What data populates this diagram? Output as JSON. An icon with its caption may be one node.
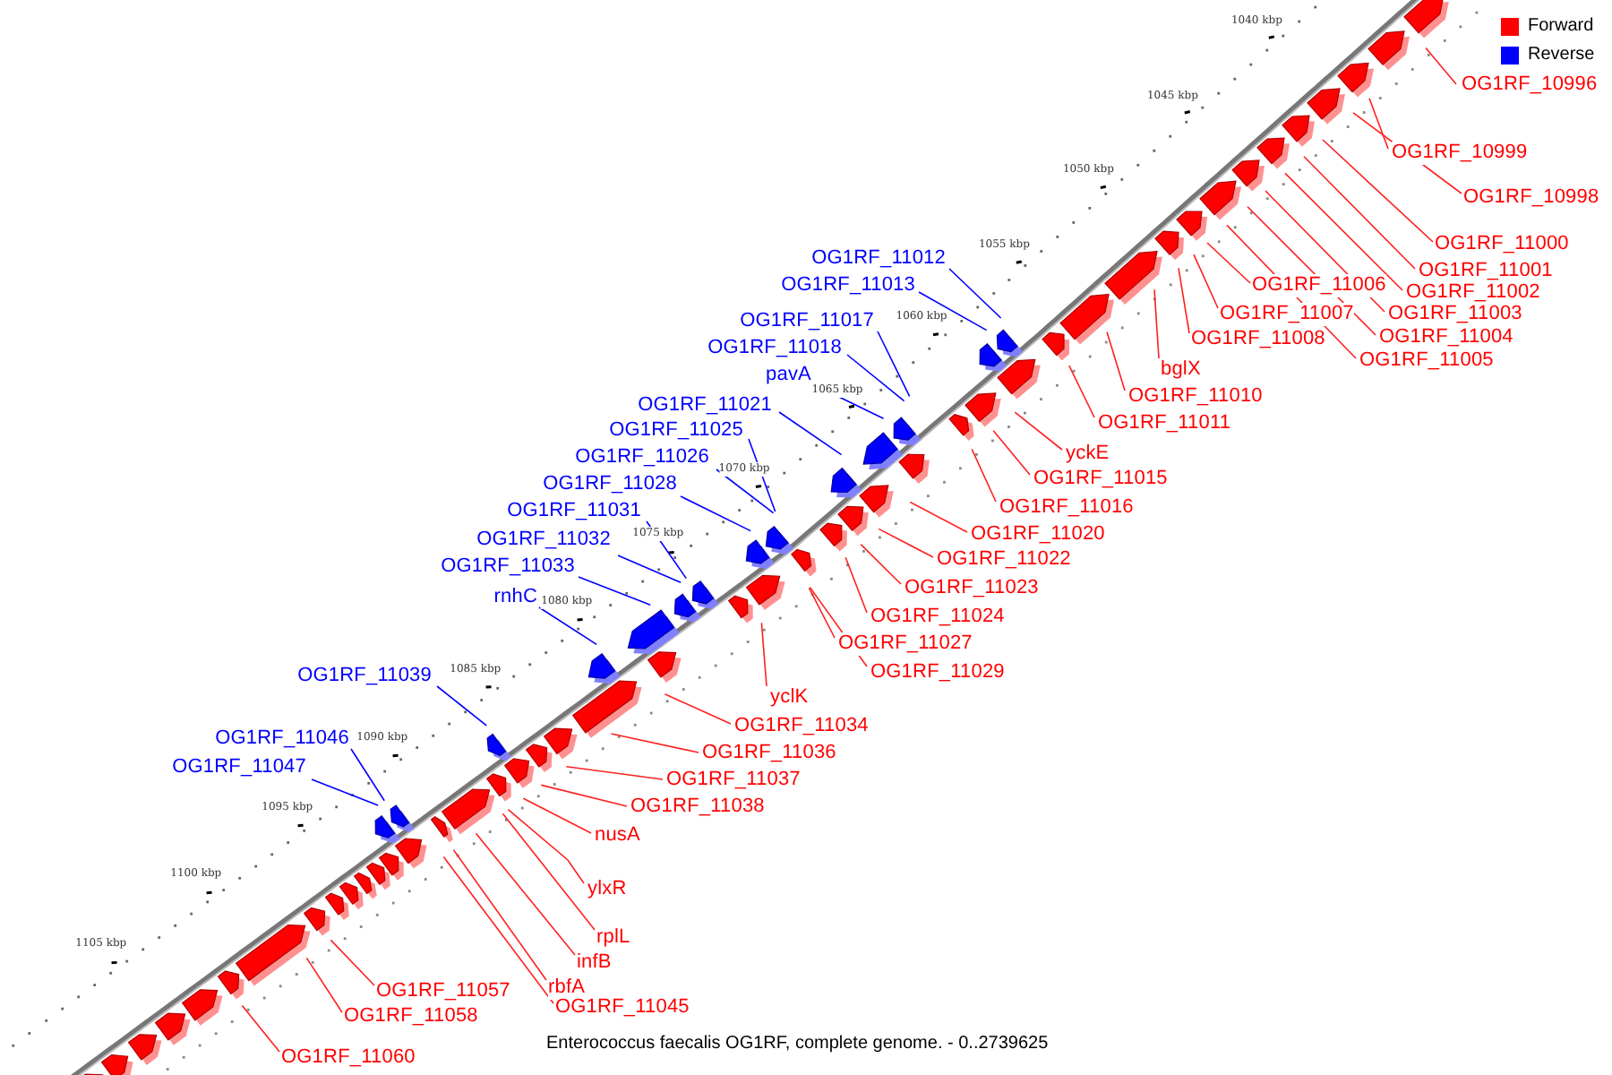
{
  "diagram": {
    "caption": "Enterococcus faecalis OG1RF, complete genome. - 0..2739625",
    "nodes": [
      {
        "text": [
          "OG1RF_10996"
        ]
      },
      {
        "text": [
          "OG1RF_10999"
        ]
      },
      {
        "text": [
          "OG1RF_10998"
        ]
      },
      {
        "text": [
          "OG1RF_11000"
        ]
      },
      {
        "text": [
          "OG1RF_11012"
        ]
      },
      {
        "text": [
          "OG1RF_11001"
        ]
      },
      {
        "text": [
          "OG1RF_11013"
        ]
      },
      {
        "text": [
          "OG1RF_11006"
        ]
      },
      {
        "text": [
          "OG1RF_11002"
        ]
      },
      {
        "text": [
          "OG1RF_11007"
        ]
      },
      {
        "text": [
          "OG1RF_11003"
        ]
      },
      {
        "text": [
          "OG1RF_11017"
        ]
      },
      {
        "text": [
          "OG1RF_11004"
        ]
      },
      {
        "text": [
          "OG1RF_11008"
        ]
      },
      {
        "text": [
          "OG1RF_11018"
        ]
      },
      {
        "text": [
          "OG1RF_11005"
        ]
      },
      {
        "text": [
          "bglX"
        ]
      },
      {
        "text": [
          "pavA"
        ]
      },
      {
        "text": [
          "OG1RF_11010"
        ]
      },
      {
        "text": [
          "OG1RF_11021"
        ]
      },
      {
        "text": [
          "OG1RF_11011"
        ]
      },
      {
        "text": [
          "OG1RF_11025"
        ]
      },
      {
        "text": [
          "yckE"
        ]
      },
      {
        "text": [
          "OG1RF_11026"
        ]
      },
      {
        "text": [
          "OG1RF_11015"
        ]
      },
      {
        "text": [
          "OG1RF_11028"
        ]
      },
      {
        "text": [
          "OG1RF_11016"
        ]
      },
      {
        "text": [
          "OG1RF_11031"
        ]
      },
      {
        "text": [
          "OG1RF_11020"
        ]
      },
      {
        "text": [
          "OG1RF_11032"
        ]
      },
      {
        "text": [
          "OG1RF_11022"
        ]
      },
      {
        "text": [
          "OG1RF_11033"
        ]
      },
      {
        "text": [
          "OG1RF_11023"
        ]
      },
      {
        "text": [
          "rnhC"
        ]
      },
      {
        "text": [
          "OG1RF_11024"
        ]
      },
      {
        "text": [
          "OG1RF_11027"
        ]
      },
      {
        "text": [
          "OG1RF_11029"
        ]
      },
      {
        "text": [
          "OG1RF_11039"
        ]
      },
      {
        "text": [
          "yclK"
        ]
      },
      {
        "text": [
          "OG1RF_11034"
        ]
      },
      {
        "text": [
          "OG1RF_11046"
        ]
      },
      {
        "text": [
          "OG1RF_11036"
        ]
      },
      {
        "text": [
          "OG1RF_11047"
        ]
      },
      {
        "text": [
          "OG1RF_11037"
        ]
      },
      {
        "text": [
          "OG1RF_11038"
        ]
      },
      {
        "text": [
          "nusA"
        ]
      },
      {
        "text": [
          "ylxR"
        ]
      },
      {
        "text": [
          "rplL"
        ]
      },
      {
        "text": [
          "infB"
        ]
      },
      {
        "text": [
          "rbfA"
        ]
      },
      {
        "text": [
          "OG1RF_11057"
        ]
      },
      {
        "text": [
          "OG1RF_11045"
        ]
      },
      {
        "text": [
          "OG1RF_11058"
        ]
      },
      {
        "text": [
          "OG1RF_11060"
        ]
      }
    ],
    "edges": [
      {
        "from": 0,
        "to": null,
        "arrow": "none"
      },
      {
        "from": 1,
        "to": null,
        "arrow": "none"
      },
      {
        "from": 2,
        "to": null,
        "arrow": "none"
      },
      {
        "from": 3,
        "to": null,
        "arrow": "none"
      },
      {
        "from": 4,
        "to": null,
        "arrow": "none",
        "color": "#0000ff"
      },
      {
        "from": 5,
        "to": null,
        "arrow": "none"
      },
      {
        "from": 6,
        "to": null,
        "arrow": "none",
        "color": "#0000ff"
      },
      {
        "from": 7,
        "to": null,
        "arrow": "none"
      },
      {
        "from": 8,
        "to": null,
        "arrow": "none"
      },
      {
        "from": 9,
        "to": null,
        "arrow": "none"
      },
      {
        "from": 10,
        "to": null,
        "arrow": "none"
      },
      {
        "from": 11,
        "to": null,
        "arrow": "none",
        "color": "#0000ff"
      },
      {
        "from": 12,
        "to": null,
        "arrow": "none"
      },
      {
        "from": 13,
        "to": null,
        "arrow": "none"
      },
      {
        "from": 14,
        "to": null,
        "arrow": "none",
        "color": "#0000ff"
      },
      {
        "from": 15,
        "to": null,
        "arrow": "none"
      },
      {
        "from": 16,
        "to": null,
        "arrow": "none"
      },
      {
        "from": 17,
        "to": null,
        "arrow": "none",
        "color": "#0000ff"
      },
      {
        "from": 18,
        "to": null,
        "arrow": "none"
      },
      {
        "from": 19,
        "to": null,
        "arrow": "none",
        "color": "#0000ff"
      },
      {
        "from": 20,
        "to": null,
        "arrow": "none"
      },
      {
        "from": 21,
        "to": null,
        "arrow": "none",
        "color": "#0000ff"
      },
      {
        "from": 22,
        "to": null,
        "arrow": "none"
      },
      {
        "from": 23,
        "to": null,
        "arrow": "none",
        "color": "#0000ff"
      },
      {
        "from": 24,
        "to": null,
        "arrow": "none"
      },
      {
        "from": 25,
        "to": null,
        "arrow": "none",
        "color": "#0000ff"
      },
      {
        "from": 26,
        "to": null,
        "arrow": "none"
      },
      {
        "from": 27,
        "to": null,
        "arrow": "none",
        "color": "#0000ff"
      },
      {
        "from": 28,
        "to": null,
        "arrow": "none"
      },
      {
        "from": 29,
        "to": null,
        "arrow": "none",
        "color": "#0000ff"
      },
      {
        "from": 30,
        "to": null,
        "arrow": "none"
      },
      {
        "from": 31,
        "to": null,
        "arrow": "none",
        "color": "#0000ff"
      },
      {
        "from": 32,
        "to": null,
        "arrow": "none"
      },
      {
        "from": 33,
        "to": null,
        "arrow": "none",
        "color": "#0000ff"
      },
      {
        "from": 34,
        "to": null,
        "arrow": "none"
      },
      {
        "from": 35,
        "to": null,
        "arrow": "none"
      },
      {
        "from": 36,
        "to": null,
        "arrow": "none"
      },
      {
        "from": 37,
        "to": null,
        "arrow": "none",
        "color": "#0000ff"
      },
      {
        "from": 38,
        "to": null,
        "arrow": "none"
      },
      {
        "from": 39,
        "to": null,
        "arrow": "none"
      },
      {
        "from": 40,
        "to": null,
        "arrow": "none",
        "color": "#0000ff"
      },
      {
        "from": 41,
        "to": null,
        "arrow": "none"
      },
      {
        "from": 42,
        "to": null,
        "arrow": "none",
        "color": "#0000ff"
      },
      {
        "from": 43,
        "to": null,
        "arrow": "none"
      },
      {
        "from": 44,
        "to": null,
        "arrow": "none"
      },
      {
        "from": 45,
        "to": null,
        "arrow": "none"
      },
      {
        "from": 46,
        "to": null,
        "arrow": "none"
      },
      {
        "from": 47,
        "to": null,
        "arrow": "none"
      },
      {
        "from": 48,
        "to": null,
        "arrow": "none"
      },
      {
        "from": 49,
        "to": null,
        "arrow": "none"
      },
      {
        "from": 50,
        "to": null,
        "arrow": "none"
      },
      {
        "from": 51,
        "to": null,
        "arrow": "none"
      },
      {
        "from": 52,
        "to": null,
        "arrow": "none"
      },
      {
        "from": 53,
        "to": null,
        "arrow": "none"
      }
    ],
    "labels": [
      "1040 kbp",
      "1045 kbp",
      "1050 kbp",
      "1055 kbp",
      "1060 kbp",
      "1065 kbp",
      "1070 kbp",
      "1075 kbp",
      "1080 kbp",
      "1085 kbp",
      "1090 kbp",
      "1095 kbp",
      "1100 kbp",
      "1105 kbp"
    ],
    "legend": [
      {
        "text": "Forward",
        "color": "#ff0000"
      },
      {
        "text": "Reverse",
        "color": "#0000ff"
      }
    ]
  }
}
